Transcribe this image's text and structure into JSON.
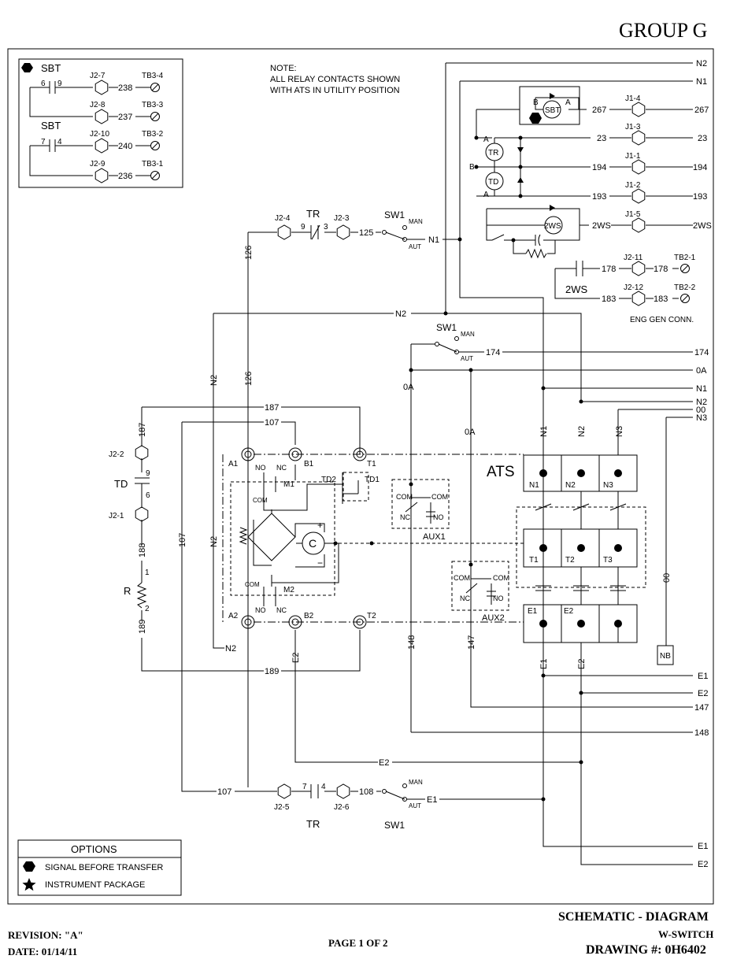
{
  "header": {
    "group": "GROUP G"
  },
  "note": {
    "line1": "NOTE:",
    "line2": "ALL RELAY CONTACTS SHOWN",
    "line3": "WITH ATS IN UTILITY POSITION"
  },
  "sbt_box": {
    "title1": "SBT",
    "title2": "SBT",
    "c1": "6",
    "c2": "9",
    "c3": "7",
    "c4": "4",
    "rows": [
      {
        "jack": "J2-7",
        "wire": "238",
        "tb": "TB3-4"
      },
      {
        "jack": "J2-8",
        "wire": "237",
        "tb": "TB3-3"
      },
      {
        "jack": "J2-10",
        "wire": "240",
        "tb": "TB3-2"
      },
      {
        "jack": "J2-9",
        "wire": "236",
        "tb": "TB3-1"
      }
    ]
  },
  "labels": {
    "N2": "N2",
    "N1": "N1",
    "N3": "N3",
    "E1": "E1",
    "E2": "E2",
    "OA": "0A",
    "OO": "00",
    "w267": "267",
    "w23": "23",
    "w194": "194",
    "w193": "193",
    "w2ws": "2WS",
    "w126": "126",
    "w125": "125",
    "w174": "174",
    "w178": "178",
    "w183": "183",
    "w187": "187",
    "w107": "107",
    "w188": "188",
    "w189": "189",
    "w148": "148",
    "w147": "147",
    "w108": "108",
    "J1_4": "J1-4",
    "J1_3": "J1-3",
    "J1_1": "J1-1",
    "J1_2": "J1-2",
    "J1_5": "J1-5",
    "J2_4": "J2-4",
    "J2_3": "J2-3",
    "J2_11": "J2-11",
    "J2_12": "J2-12",
    "J2_2": "J2-2",
    "J2_1": "J2-1",
    "J2_5": "J2-5",
    "J2_6": "J2-6",
    "TB2_1": "TB2-1",
    "TB2_2": "TB2-2",
    "TR": "TR",
    "TD": "TD",
    "SBT": "SBT",
    "R": "R",
    "SW1": "SW1",
    "MAN": "MAN",
    "AUT": "AUT",
    "two_ws": "2WS",
    "eng_gen": "ENG GEN CONN.",
    "A": "A",
    "B": "B",
    "A1": "A1",
    "B1": "B1",
    "A2": "A2",
    "B2": "B2",
    "T1": "T1",
    "T2": "T2",
    "T3": "T3",
    "TD1": "TD1",
    "TD2": "TD2",
    "M1": "M1",
    "M2": "M2",
    "NO": "NO",
    "NC": "NC",
    "COM": "COM",
    "C": "C",
    "AUX1": "AUX1",
    "AUX2": "AUX2",
    "ATS": "ATS",
    "NB": "NB",
    "n9": "9",
    "n3": "3",
    "n7": "7",
    "n4": "4",
    "n6": "6",
    "n1": "1",
    "n2": "2",
    "plus": "+",
    "minus": "−"
  },
  "options": {
    "title": "OPTIONS",
    "item1": "SIGNAL BEFORE TRANSFER",
    "item2": "INSTRUMENT PACKAGE"
  },
  "footer": {
    "revision": "REVISION: \"A\"",
    "date": "DATE: 01/14/11",
    "page": "PAGE 1 OF 2",
    "title": "SCHEMATIC - DIAGRAM",
    "subtitle": "W-SWITCH",
    "drawing": "DRAWING #: 0H6402"
  }
}
